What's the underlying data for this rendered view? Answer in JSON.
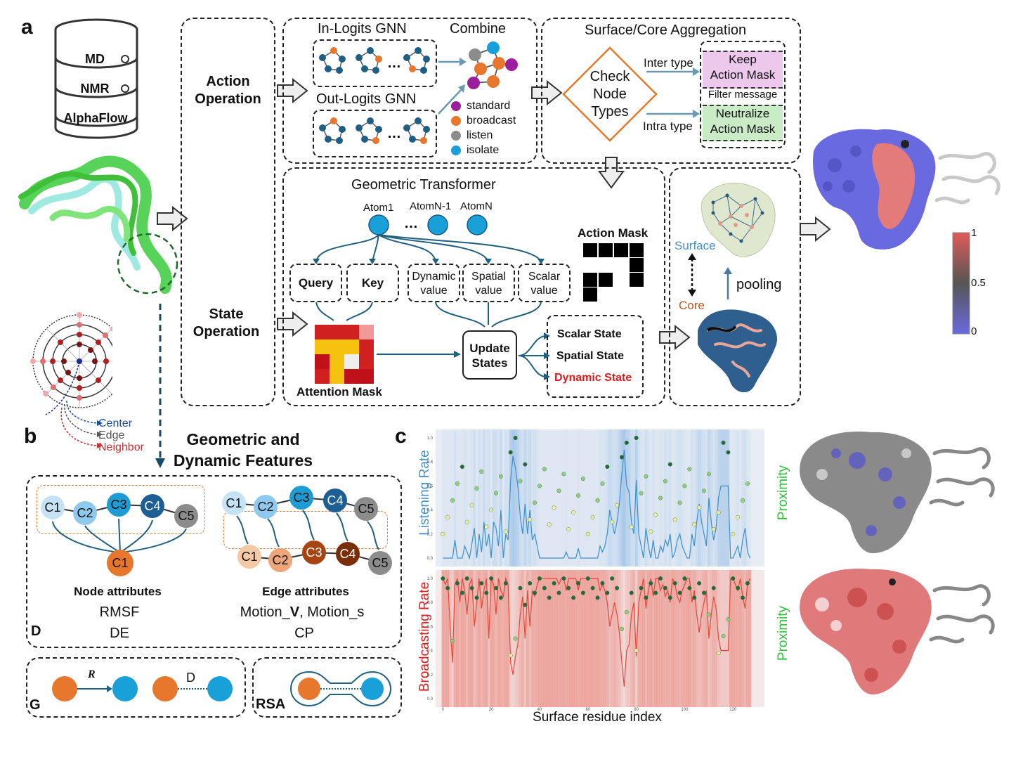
{
  "panels": {
    "a": "a",
    "b": "b",
    "c": "c"
  },
  "database": {
    "items": [
      "MD",
      "NMR",
      "AlphaFlow"
    ]
  },
  "operations": {
    "action": "Action\nOperation",
    "state": "State\nOperation"
  },
  "gnn": {
    "in_logits": "In-Logits GNN",
    "out_logits": "Out-Logits GNN",
    "combine": "Combine",
    "ellipsis": "...",
    "legend": [
      {
        "label": "standard",
        "color": "#9b1f9b"
      },
      {
        "label": "broadcast",
        "color": "#e8772e"
      },
      {
        "label": "listen",
        "color": "#8c8c8c"
      },
      {
        "label": "isolate",
        "color": "#1aa0d8"
      }
    ]
  },
  "aggregation": {
    "title": "Surface/Core Aggregation",
    "check": "Check\nNode\nTypes",
    "inter": "Inter type",
    "intra": "Intra type",
    "keep": "Keep\nAction Mask",
    "filter": "Filter message",
    "neutralize": "Neutralize\nAction Mask"
  },
  "transformer": {
    "title": "Geometric Transformer",
    "atom1": "Atom1",
    "atomn1": "AtomN-1",
    "atomn": "AtomN",
    "dots": "...",
    "query": "Query",
    "key": "Key",
    "dynamic": "Dynamic\nvalue",
    "spatial": "Spatial\nvalue",
    "scalar": "Scalar\nvalue",
    "attention_mask": "Attention Mask",
    "action_mask": "Action Mask",
    "update": "Update\nStates",
    "states": [
      "Scalar State",
      "Spatial State",
      "Dynamic State"
    ]
  },
  "pooling": {
    "surface": "Surface",
    "core": "Core",
    "pooling": "pooling"
  },
  "colorbar": {
    "ticks": [
      "1",
      "0.5",
      "0"
    ],
    "colors": [
      "#e05a5a",
      "#555555",
      "#6a6ae0"
    ]
  },
  "neighborhood": {
    "center": "Center",
    "edge": "Edge",
    "neighbor": "Neighbor"
  },
  "features": {
    "title": "Geometric and\nDynamic Features",
    "node_title": "Node attributes",
    "node_attr1": "RMSF",
    "node_attr2": "DE",
    "edge_title": "Edge attributes",
    "edge_attr1a": "Motion_",
    "edge_attr1b": "V",
    "edge_attr1c": ", Motion_s",
    "edge_attr2": "CP",
    "D": "D",
    "G": "G",
    "RSA": "RSA",
    "R": "R",
    "Dlabel": "D",
    "nodes": [
      "C1",
      "C2",
      "C3",
      "C4",
      "C5"
    ]
  },
  "chart_data": {
    "type": "line",
    "xlabel": "Surface residue index",
    "x_ticks": [
      "0",
      "20",
      "40",
      "60",
      "80",
      "100",
      "120"
    ],
    "xlim": [
      -3,
      133
    ],
    "panels": [
      {
        "ylabel": "Listening Rate",
        "y2label": "Proximity",
        "color": "#3a8fd0",
        "y_ticks": [
          "0.0",
          "0.2",
          "0.4",
          "0.6",
          "0.8",
          "1.0"
        ],
        "ylim": [
          0,
          1
        ],
        "series": [
          {
            "values": [
              0,
              0,
              0,
              0,
              0,
              0.15,
              0,
              0,
              0,
              0.1,
              0.05,
              0,
              0.12,
              0.25,
              0,
              0.2,
              0.05,
              0.3,
              0.1,
              0.2,
              0,
              0.3,
              0.25,
              0.1,
              0.4,
              0,
              0.2,
              0.15,
              0.65,
              0.85,
              0.75,
              0.6,
              0.35,
              0.2,
              0.45,
              0.2,
              0.4,
              0.15,
              0.2,
              0.1,
              0,
              0,
              0,
              0,
              0,
              0,
              0,
              0,
              0,
              0,
              0,
              0.05,
              0,
              0,
              0,
              0,
              0.08,
              0,
              0,
              0,
              0,
              0,
              0,
              0,
              0,
              0.1,
              0.05,
              0.1,
              0.2,
              0.4,
              0.3,
              0.2,
              0.3,
              0.45,
              0.7,
              0.9,
              0.6,
              0.55,
              0.3,
              0.2,
              0.65,
              0.2,
              0.1,
              0,
              0.25,
              0.1,
              0,
              0.15,
              0,
              0,
              0.1,
              0.05,
              0.15,
              0.1,
              0.2,
              0,
              0.05,
              0.15,
              0.2,
              0.1,
              0.05,
              0,
              0,
              0.2,
              0.1,
              0.3,
              0.45,
              0.3,
              0.2,
              0.1,
              0.5,
              0.3,
              0.15,
              0.25,
              0.5,
              0.6,
              0.6,
              0.6,
              0.6,
              0,
              0,
              0.05,
              0.1,
              0,
              0.15,
              0.25,
              0.05,
              0
            ]
          }
        ]
      },
      {
        "ylabel": "Broadcasting Rate",
        "y2label": "Proximity",
        "color": "#e04a3a",
        "y_ticks": [
          "0.0",
          "0.2",
          "0.4",
          "0.6",
          "0.8",
          "1.0"
        ],
        "ylim": [
          0,
          1
        ],
        "series": [
          {
            "values": [
              1,
              0.95,
              1,
              0.6,
              0.3,
              0.95,
              1,
              0.8,
              1,
              0.9,
              0.7,
              0.95,
              1,
              0.6,
              0.8,
              1,
              0.75,
              0.9,
              1,
              0.5,
              1,
              0.95,
              0.7,
              1,
              0.9,
              0.85,
              1,
              0.95,
              0.3,
              0.2,
              0.35,
              0.45,
              0.7,
              0.85,
              0.5,
              0.9,
              0.6,
              0.9,
              0.85,
              0.95,
              1,
              1,
              1,
              1,
              1,
              1,
              1,
              1,
              0.95,
              1,
              1,
              0.9,
              1,
              1,
              1,
              1,
              0.9,
              1,
              1,
              1,
              1,
              1,
              1,
              1,
              1,
              0.9,
              0.95,
              0.9,
              0.8,
              0.6,
              0.7,
              0.8,
              0.7,
              0.55,
              0.3,
              0.1,
              0.4,
              0.45,
              0.7,
              0.8,
              0.35,
              0.8,
              0.9,
              1,
              0.75,
              0.9,
              1,
              0.85,
              1,
              1,
              0.9,
              0.95,
              0.85,
              0.9,
              0.8,
              1,
              0.95,
              0.85,
              0.8,
              0.9,
              0.95,
              1,
              1,
              0.8,
              0.9,
              0.7,
              0.55,
              0.7,
              0.8,
              0.9,
              0.5,
              0.7,
              0.85,
              0.75,
              0.5,
              0.4,
              0.4,
              0.4,
              0.4,
              1,
              1,
              0.95,
              0.9,
              1,
              0.85,
              0.75,
              0.95,
              1
            ]
          }
        ]
      }
    ]
  }
}
